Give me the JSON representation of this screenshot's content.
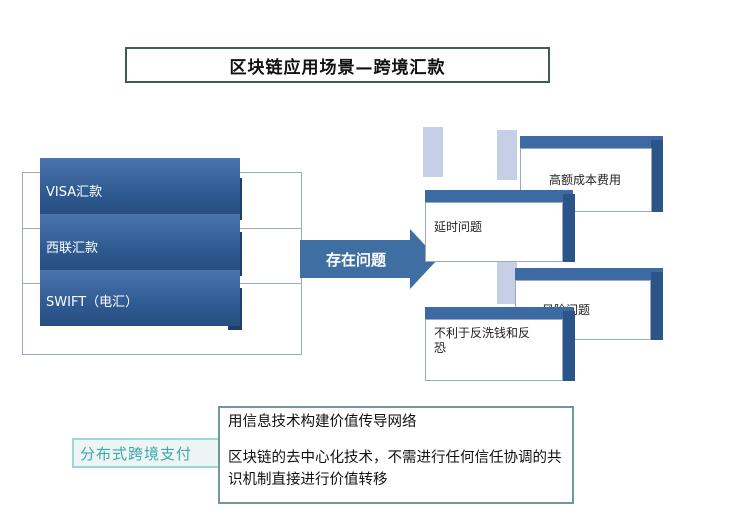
{
  "title": "区块链应用场景—跨境汇款",
  "channels": [
    {
      "label": "VISA汇款"
    },
    {
      "label": "西联汇款"
    },
    {
      "label": "SWIFT（电汇）"
    }
  ],
  "arrow_label": "存在问题",
  "problems": [
    {
      "label": "高额成本费用"
    },
    {
      "label": "延时问题"
    },
    {
      "label": "风险问题"
    },
    {
      "label": "不利于反洗钱和反恐"
    }
  ],
  "solution": {
    "label": "分布式跨境支付",
    "line1": "用信息技术构建价值传导网络",
    "line2": "区块链的去中心化技术，不需进行任何信任协调的共识机制直接进行价值转移"
  },
  "colors": {
    "bar": "#2f5b93",
    "teal": "#3fa8a8"
  }
}
